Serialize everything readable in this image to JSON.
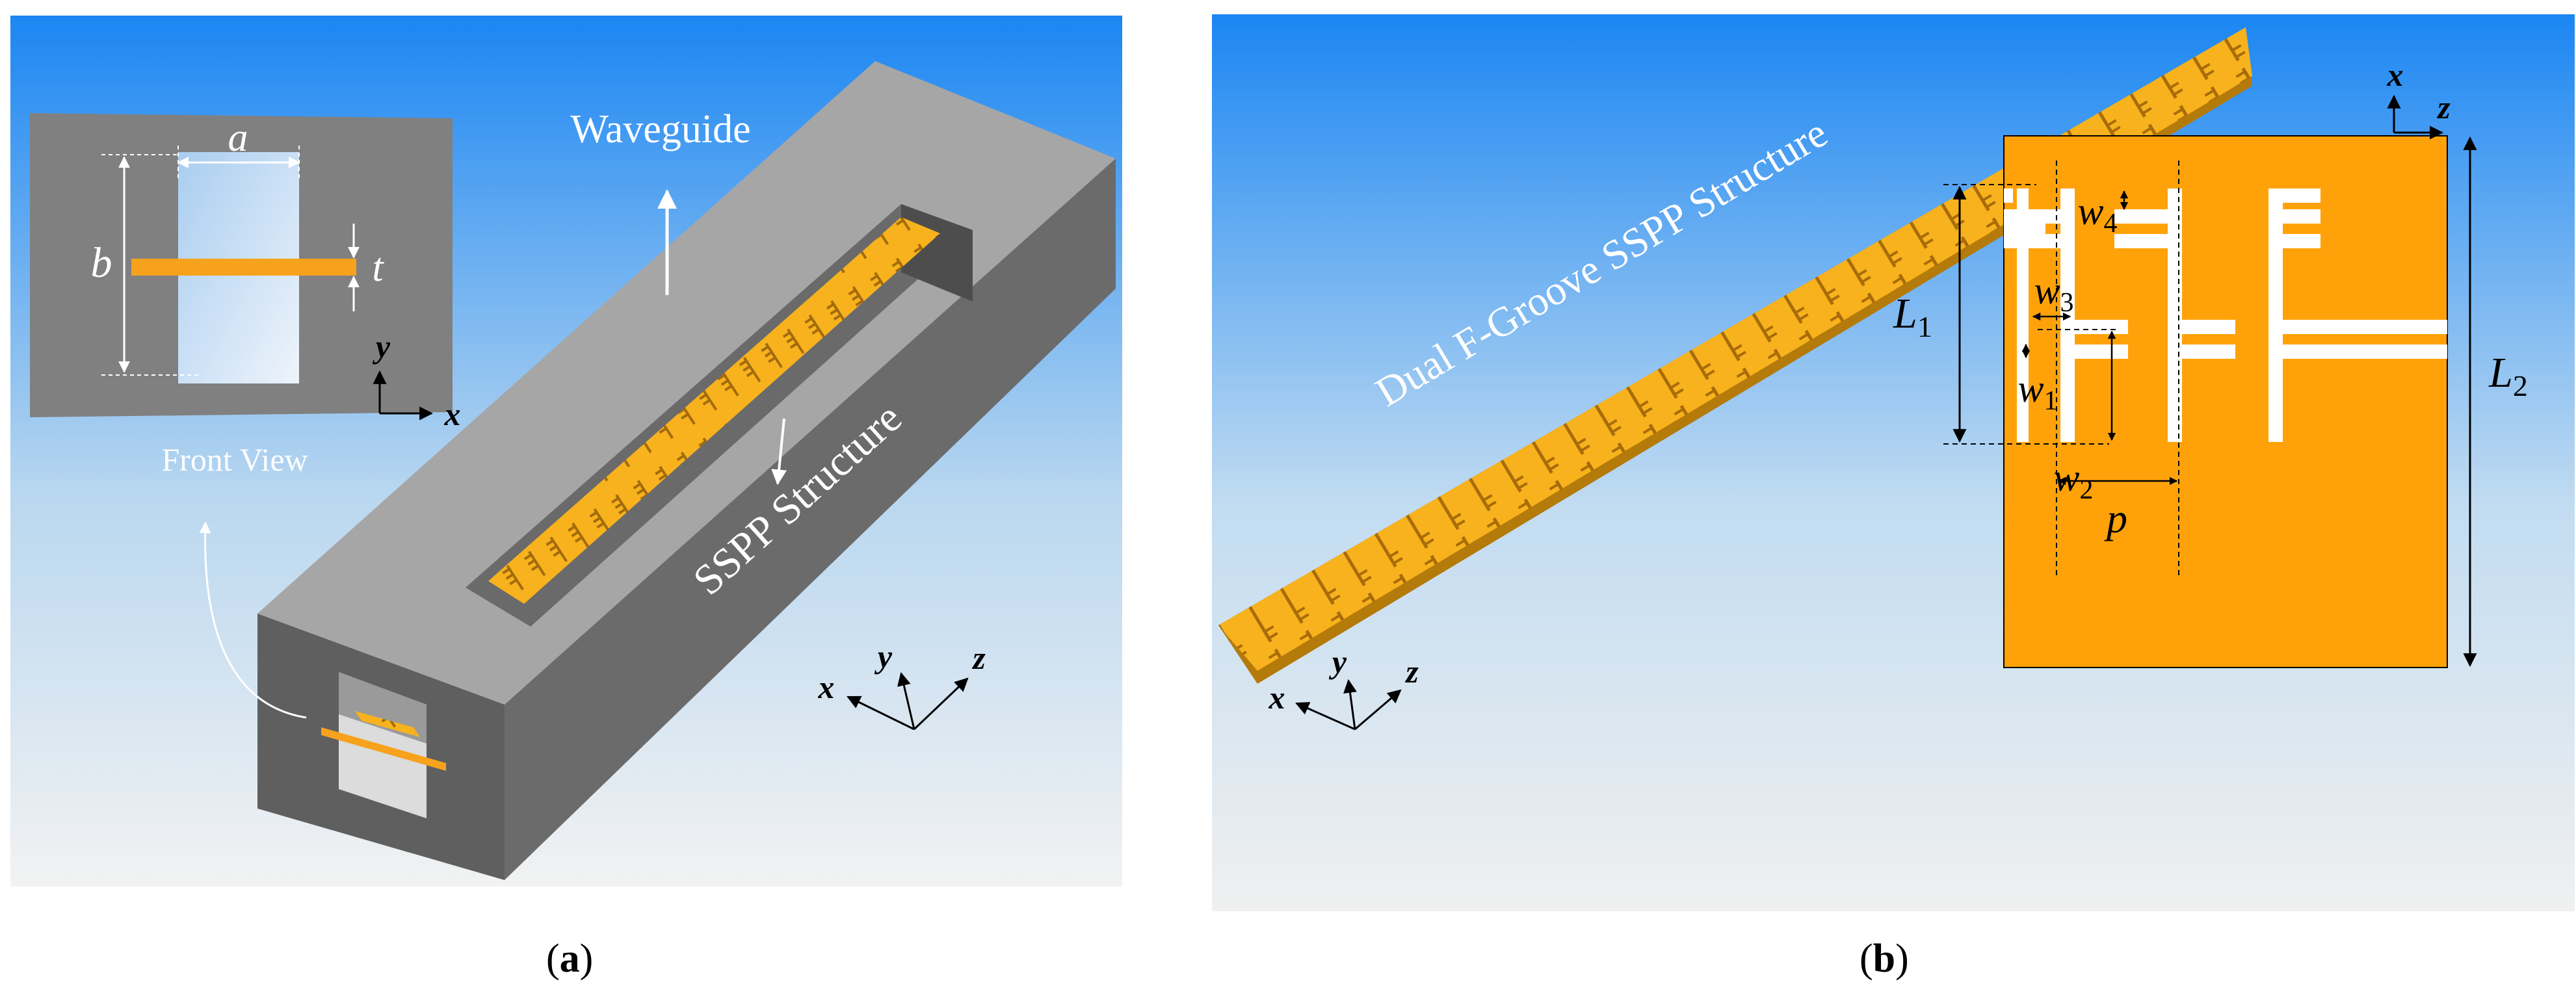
{
  "panel_a": {
    "inset": {
      "a": "a",
      "b": "b",
      "t": "t",
      "y": "y",
      "x": "x"
    },
    "label_front_view": "Front View",
    "label_waveguide": "Waveguide",
    "label_sspp": "SSPP Structure",
    "axes": {
      "x": "x",
      "y": "y",
      "z": "z"
    },
    "caption_open": "(",
    "caption_letter": "a",
    "caption_close": ")"
  },
  "panel_b": {
    "label_structure": "Dual F-Groove SSPP Structure",
    "axes": {
      "x": "x",
      "y": "y",
      "z": "z"
    },
    "detail_axes": {
      "x": "x",
      "z": "z"
    },
    "dims": {
      "w4": "w",
      "w4_sub": "4",
      "w3": "w",
      "w3_sub": "3",
      "w1": "w",
      "w1_sub": "1",
      "w2": "w",
      "w2_sub": "2",
      "L1": "L",
      "L1_sub": "1",
      "L2": "L",
      "L2_sub": "2",
      "p": "p"
    },
    "caption_open": "(",
    "caption_letter": "b",
    "caption_close": ")"
  },
  "colors": {
    "sky_top": "#1b86f2",
    "sky_bottom": "#f3f3f3",
    "waveguide_gray": "#8c8c8c",
    "copper": "#f7b21d",
    "detail_orange": "#ffa20a"
  }
}
